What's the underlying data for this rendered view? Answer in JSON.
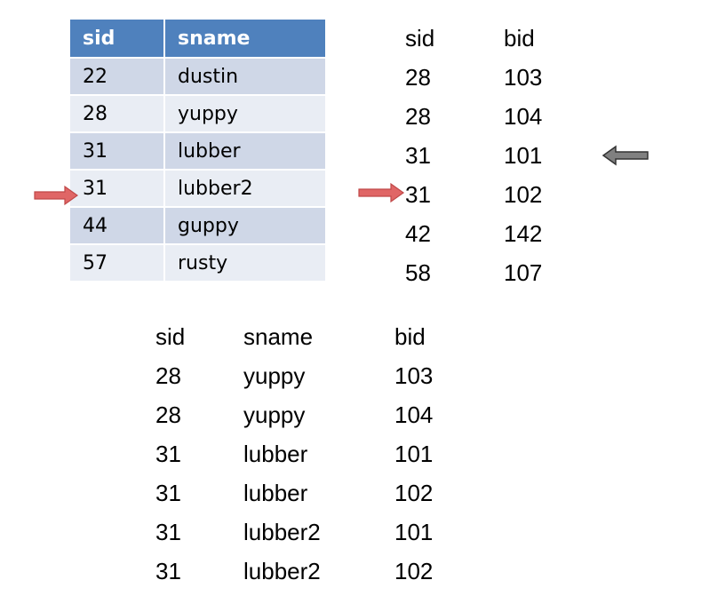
{
  "sailors": {
    "columns": [
      "sid",
      "sname"
    ],
    "rows": [
      [
        "22",
        "dustin"
      ],
      [
        "28",
        "yuppy"
      ],
      [
        "31",
        "lubber"
      ],
      [
        "31",
        "lubber2"
      ],
      [
        "44",
        "guppy"
      ],
      [
        "57",
        "rusty"
      ]
    ]
  },
  "reserves": {
    "columns": [
      "sid",
      "bid"
    ],
    "rows": [
      [
        "28",
        "103"
      ],
      [
        "28",
        "104"
      ],
      [
        "31",
        "101"
      ],
      [
        "31",
        "102"
      ],
      [
        "42",
        "142"
      ],
      [
        "58",
        "107"
      ]
    ]
  },
  "result": {
    "columns": [
      "sid",
      "sname",
      "bid"
    ],
    "rows": [
      [
        "28",
        "yuppy",
        "103"
      ],
      [
        "28",
        "yuppy",
        "104"
      ],
      [
        "31",
        "lubber",
        "101"
      ],
      [
        "31",
        "lubber",
        "102"
      ],
      [
        "31",
        "lubber2",
        "101"
      ],
      [
        "31",
        "lubber2",
        "102"
      ]
    ]
  },
  "colors": {
    "header_bg": "#4f81bd",
    "row_dark": "#cfd7e7",
    "row_light": "#e9edf4",
    "red_arrow": "#e06666",
    "gray_arrow": "#808080"
  },
  "icons": [
    "red-arrow-icon",
    "gray-arrow-icon"
  ]
}
